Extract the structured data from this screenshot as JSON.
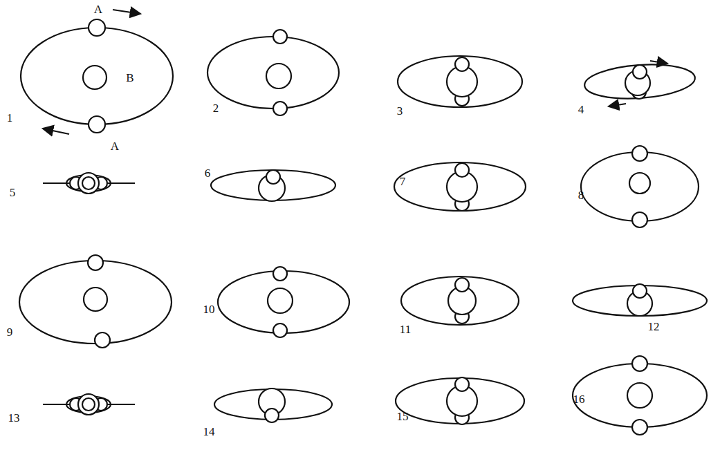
{
  "diagram": {
    "labels": [
      "A",
      "B",
      "A",
      "1",
      "2",
      "3",
      "4",
      "5",
      "6",
      "7",
      "8",
      "9",
      "10",
      "11",
      "12",
      "13",
      "14",
      "15",
      "16"
    ]
  }
}
